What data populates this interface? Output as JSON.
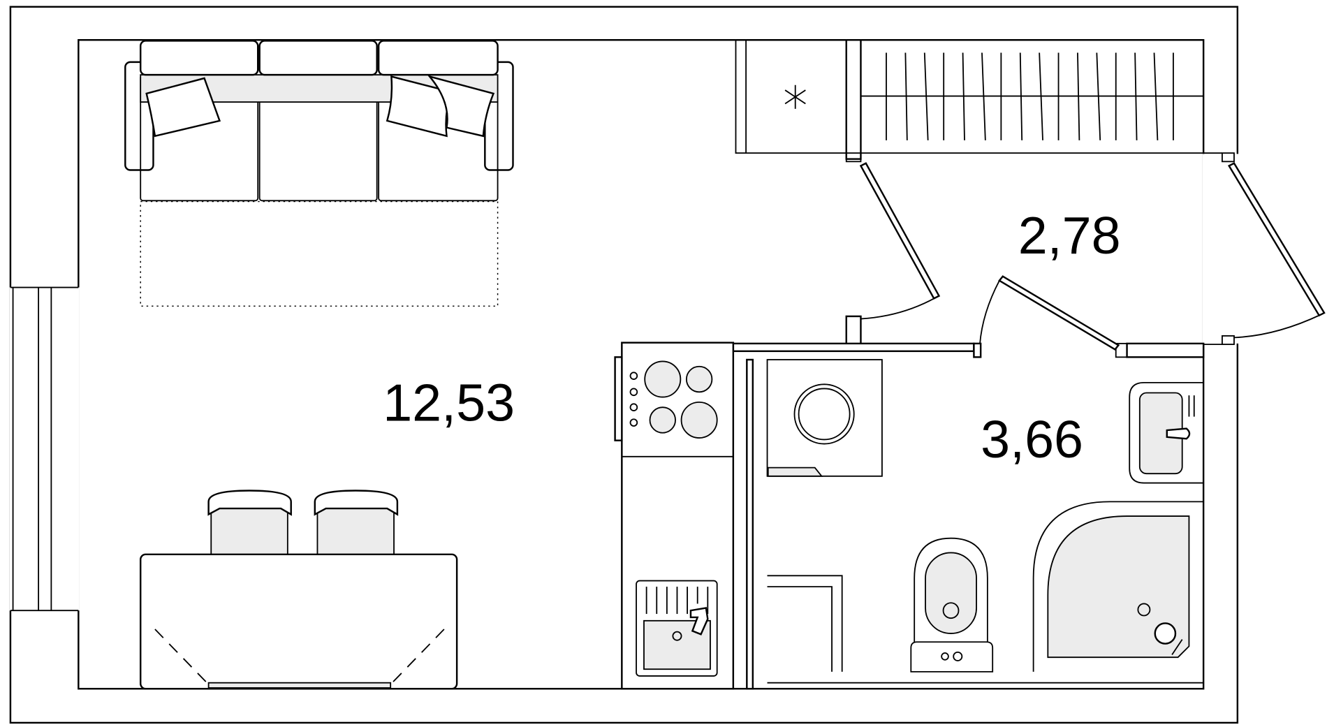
{
  "rooms": [
    {
      "name": "living-room",
      "area": "12,53"
    },
    {
      "name": "hallway",
      "area": "2,78"
    },
    {
      "name": "bathroom",
      "area": "3,66"
    }
  ],
  "colors": {
    "line": "#000000",
    "fixture_fill": "#ececec",
    "background": "#ffffff"
  }
}
